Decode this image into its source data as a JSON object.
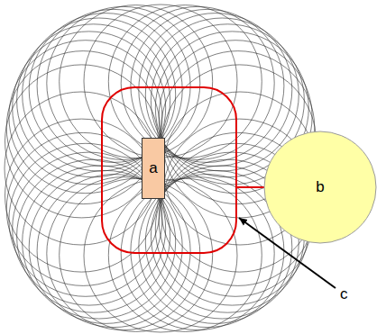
{
  "diagram": {
    "nodes": [
      {
        "text": [
          "a"
        ]
      },
      {
        "text": [
          "b"
        ]
      }
    ],
    "labels": [
      "c"
    ]
  }
}
